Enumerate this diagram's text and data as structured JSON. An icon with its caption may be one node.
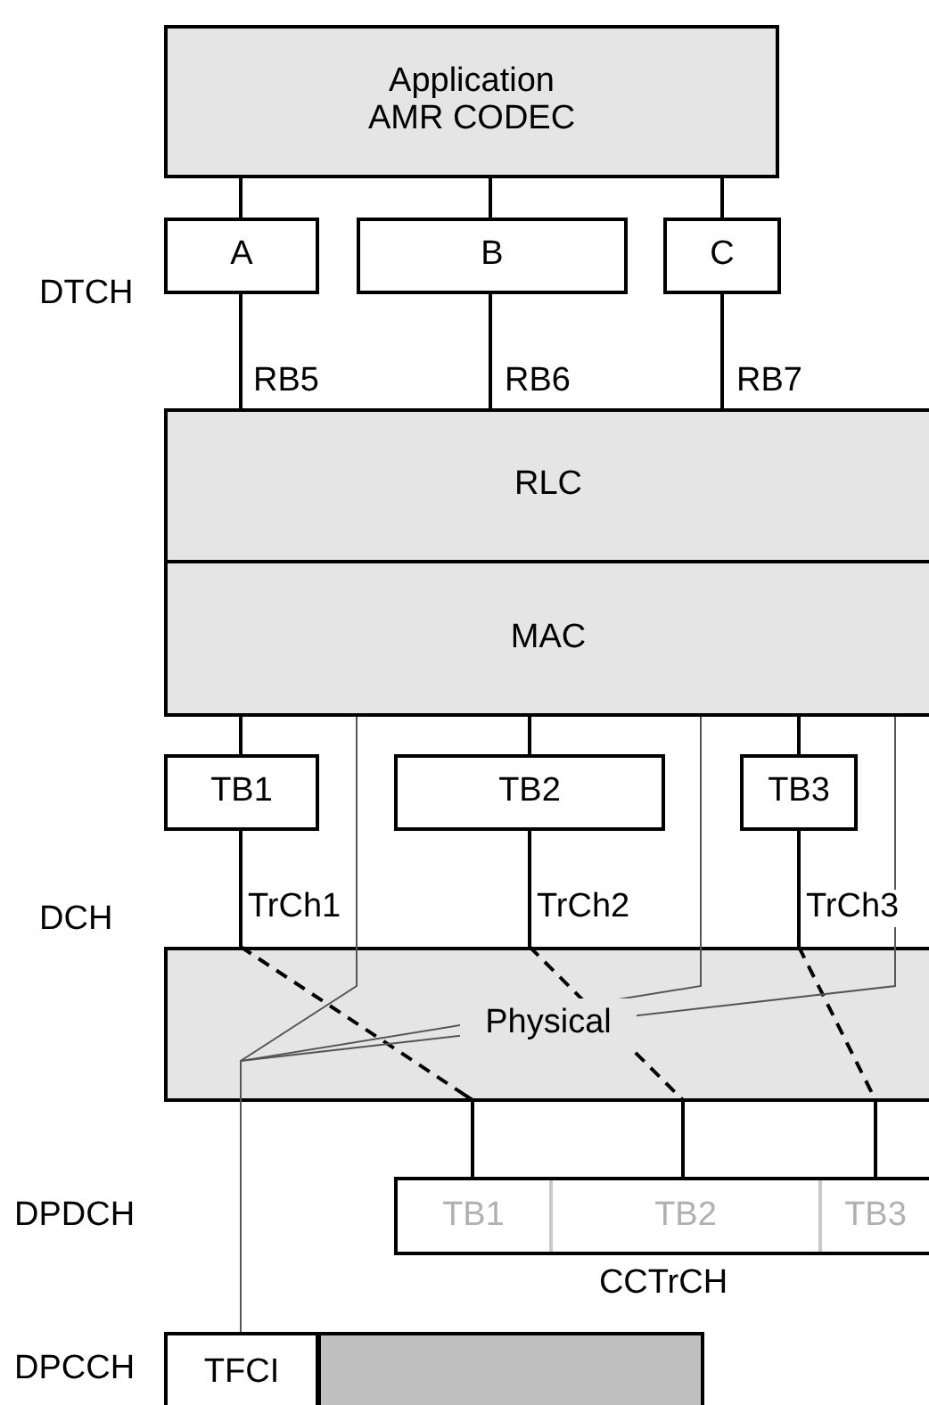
{
  "diagram": {
    "nodes": [
      {
        "text": [
          "Application AMR CODEC"
        ]
      },
      {
        "text": [
          "A"
        ]
      },
      {
        "text": [
          "B"
        ]
      },
      {
        "text": [
          "C"
        ]
      },
      {
        "text": [
          "RLC"
        ]
      },
      {
        "text": [
          "MAC"
        ]
      },
      {
        "text": [
          "TB1"
        ]
      },
      {
        "text": [
          "TB2"
        ]
      },
      {
        "text": [
          "TB3"
        ]
      },
      {
        "text": [
          "Physical"
        ]
      },
      {
        "text": [
          "CCTrCH"
        ]
      },
      {
        "text": [
          "TB1"
        ],
        "in": 10
      },
      {
        "text": [
          "TB2"
        ],
        "in": 10
      },
      {
        "text": [
          "TB3"
        ],
        "in": 10
      },
      {
        "text": [
          "TFCI"
        ]
      },
      {
        "text": [],
        "shape": "box"
      }
    ],
    "edges": [
      {
        "from": 0,
        "to": 1,
        "arrow": "none"
      },
      {
        "from": 0,
        "to": 2,
        "arrow": "none"
      },
      {
        "from": 0,
        "to": 3,
        "arrow": "none"
      },
      {
        "from": 1,
        "to": 4,
        "arrow": "none",
        "label": "RB5"
      },
      {
        "from": 2,
        "to": 4,
        "arrow": "none",
        "label": "RB6"
      },
      {
        "from": 3,
        "to": 4,
        "arrow": "none",
        "label": "RB7"
      },
      {
        "from": 5,
        "to": 6,
        "arrow": "none"
      },
      {
        "from": 5,
        "to": 7,
        "arrow": "none"
      },
      {
        "from": 5,
        "to": 8,
        "arrow": "none"
      },
      {
        "from": 6,
        "to": 9,
        "arrow": "none",
        "label": "TrCh1"
      },
      {
        "from": 7,
        "to": 9,
        "arrow": "none",
        "label": "TrCh2"
      },
      {
        "from": 8,
        "to": 9,
        "arrow": "none",
        "label": "TrCh3"
      },
      {
        "from": 9,
        "to": 11,
        "arrow": "none",
        "style": "dashed"
      },
      {
        "from": 9,
        "to": 12,
        "arrow": "none",
        "style": "dashed"
      },
      {
        "from": 9,
        "to": 13,
        "arrow": "none",
        "style": "dashed"
      },
      {
        "from": 5,
        "to": 9,
        "arrow": "none",
        "color": "#555555"
      },
      {
        "from": 5,
        "to": 9,
        "arrow": "none",
        "color": "#555555"
      },
      {
        "from": 5,
        "to": 9,
        "arrow": "none",
        "color": "#555555"
      },
      {
        "from": 9,
        "to": 14,
        "arrow": "none",
        "color": "#555555"
      },
      {
        "from": 9,
        "to": 14,
        "arrow": "none",
        "color": "#555555"
      },
      {
        "from": 9,
        "to": 14,
        "arrow": "none",
        "color": "#555555"
      }
    ],
    "labels": [
      "DTCH",
      "DCH",
      "DPDCH",
      "DPCCH"
    ]
  }
}
